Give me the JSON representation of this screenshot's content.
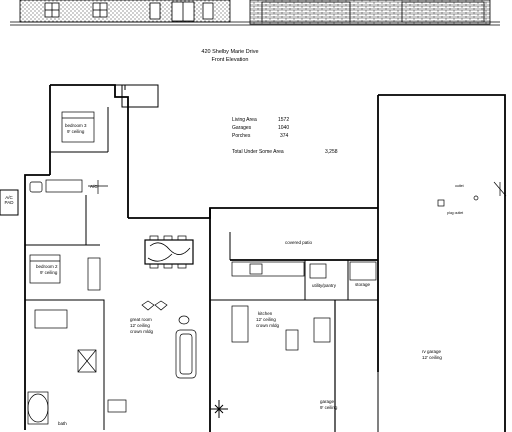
{
  "header": {
    "address": "420 Shelby Marie Drive",
    "view": "Front Elevation"
  },
  "areas": {
    "living_label": "Living Area",
    "living_value": "1572",
    "garage_label": "Garages",
    "garage_value": "1040",
    "porches_label": "Porches",
    "porches_value": "374",
    "total_label": "Total Under Some Area",
    "total_value": "3,258"
  },
  "rooms": {
    "bed3": "bedroom 3",
    "bed3_ceiling": "9' ceiling",
    "bed2": "bedroom 2",
    "bed2_ceiling": "9' ceiling",
    "ac_pad": "A/C PAD",
    "ac": "A/C",
    "covered_patio": "covered patio",
    "utility": "utility/pantry",
    "storage": "storage",
    "great_room": "great room",
    "great_room_ceiling": "12' ceiling",
    "great_room_extra": "crown mldg",
    "kitchen": "kitchen",
    "kitchen_ceiling": "12' ceiling",
    "kitchen_extra": "crown mldg",
    "rv_garage": "rv garage",
    "rv_garage_ceiling": "12' ceiling",
    "garage": "garage",
    "garage_ceiling": "9' ceiling",
    "outlet_note": "outlet",
    "plug_note": "plug outlet",
    "bath": "bath"
  }
}
